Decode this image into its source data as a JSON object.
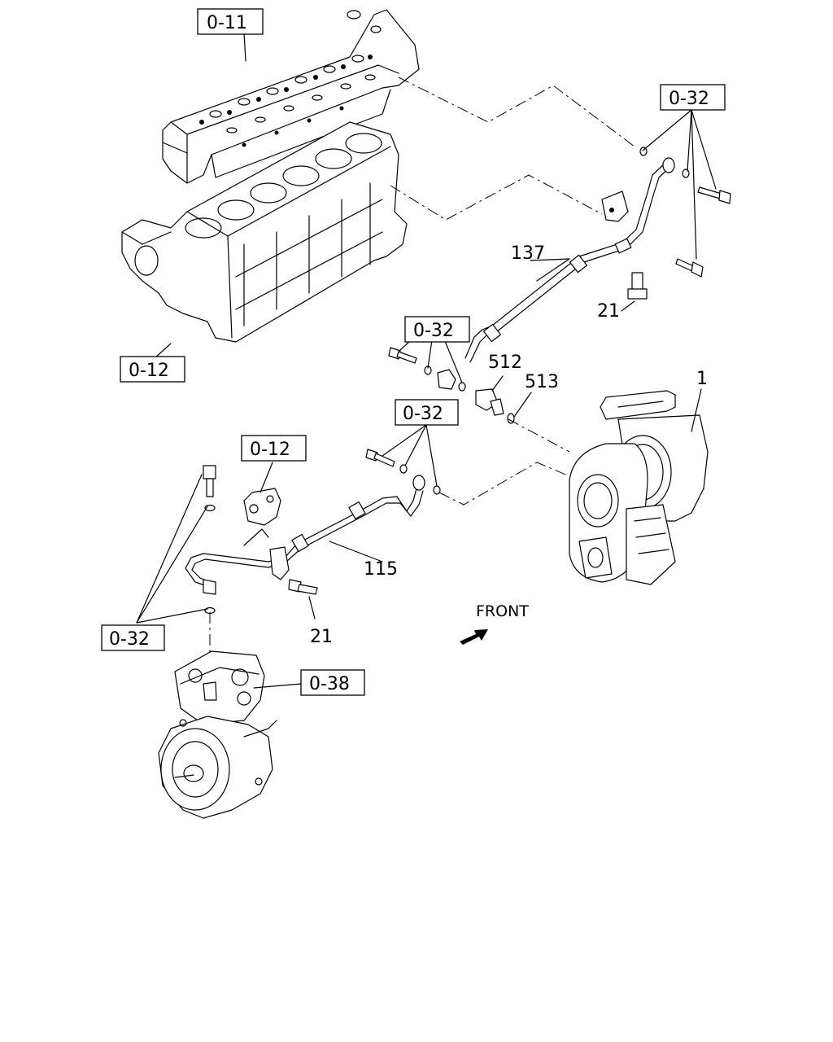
{
  "callouts": {
    "ref_0_11": "0-11",
    "ref_0_12_block": "0-12",
    "ref_0_12_bracket": "0-12",
    "ref_0_32_top_right": "0-32",
    "ref_0_32_mid_upper": "0-32",
    "ref_0_32_mid_lower": "0-32",
    "ref_0_32_left": "0-32",
    "ref_0_38": "0-38"
  },
  "part_numbers": {
    "p137": "137",
    "p21_upper": "21",
    "p512": "512",
    "p513": "513",
    "p1": "1",
    "p115": "115",
    "p21_lower": "21"
  },
  "direction_label": "FRONT"
}
